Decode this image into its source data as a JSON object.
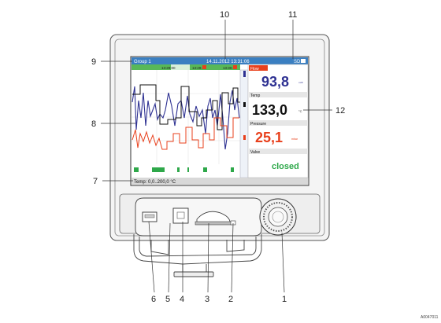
{
  "screen": {
    "group_label": "Group 1",
    "datetime": "14.11.2012 13:31:06",
    "sd_label": "SD",
    "timestamps": [
      "13:29:00",
      "13:29:40",
      "13:30:20"
    ],
    "footer": "Temp: 0,0..200,0 °C"
  },
  "channels": [
    {
      "name": "Flow",
      "value": "93,8",
      "unit": "m³/h",
      "color": "#2e3192"
    },
    {
      "name": "Temp",
      "value": "133,0",
      "unit": "°C",
      "color": "#111111"
    },
    {
      "name": "Pressure",
      "value": "25,1",
      "unit": "mbar",
      "color": "#e8401c"
    },
    {
      "name": "Valve",
      "value": "closed",
      "unit": "",
      "color": "#2ea84a"
    }
  ],
  "callouts": [
    "1",
    "2",
    "3",
    "4",
    "5",
    "6",
    "7",
    "8",
    "9",
    "10",
    "11",
    "12"
  ],
  "doc_id": "A0047011",
  "colors": {
    "title_bar": "#3a7fc1",
    "flow": "#2e3192",
    "temp": "#111111",
    "pressure": "#e8401c",
    "valve": "#2ea84a"
  }
}
